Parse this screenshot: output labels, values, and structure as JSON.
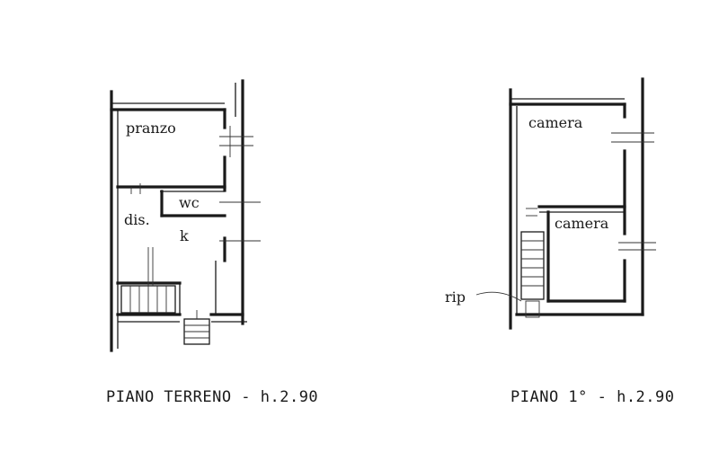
{
  "ground_floor": {
    "rooms": {
      "pranzo": "pranzo",
      "wc": "wc",
      "dis": "dis.",
      "k": "k"
    },
    "caption": "PIANO TERRENO - h.2.90"
  },
  "first_floor": {
    "rooms": {
      "camera_top": "camera",
      "camera_bottom": "camera",
      "rip": "rip"
    },
    "caption": "PIANO 1° - h.2.90"
  }
}
